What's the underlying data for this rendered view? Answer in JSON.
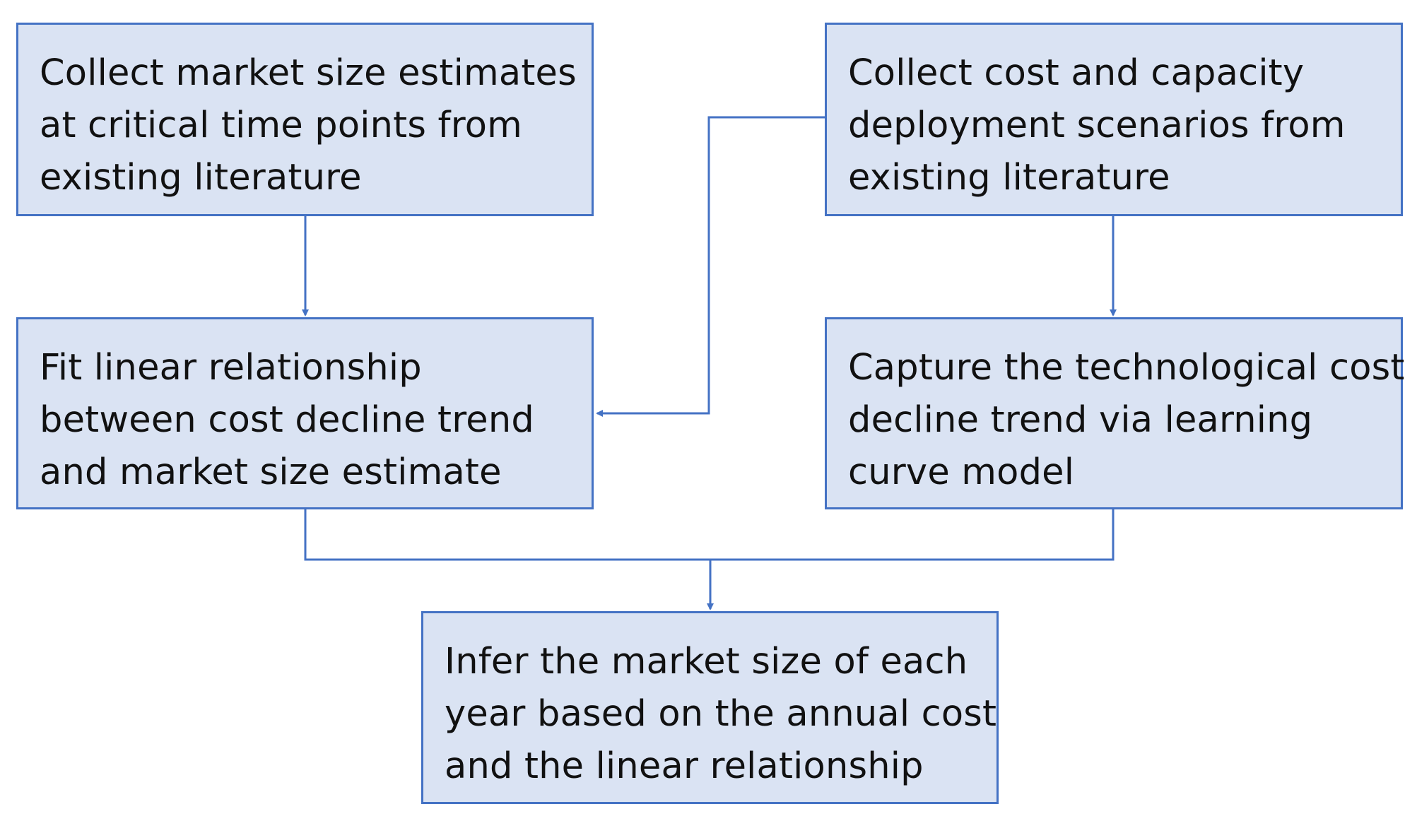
{
  "diagram": {
    "colors": {
      "box_fill": "#dae3f3",
      "box_border": "#4472c4",
      "connector": "#4472c4",
      "text": "#111111"
    },
    "boxes": {
      "collect_market": {
        "lines": [
          "Collect market size estimates",
          "at critical time points from",
          "existing literature"
        ]
      },
      "collect_cost": {
        "lines": [
          "Collect cost and capacity",
          "deployment  scenarios from",
          "existing literature"
        ]
      },
      "fit_linear": {
        "lines": [
          "Fit linear relationship",
          "between cost decline trend",
          "and market size estimate"
        ]
      },
      "capture_trend": {
        "lines": [
          "Capture the technological cost",
          "decline trend via learning",
          "curve model"
        ]
      },
      "infer_market": {
        "lines": [
          "Infer the market size of each",
          "year based on the annual cost",
          "and the linear relationship"
        ]
      }
    }
  }
}
